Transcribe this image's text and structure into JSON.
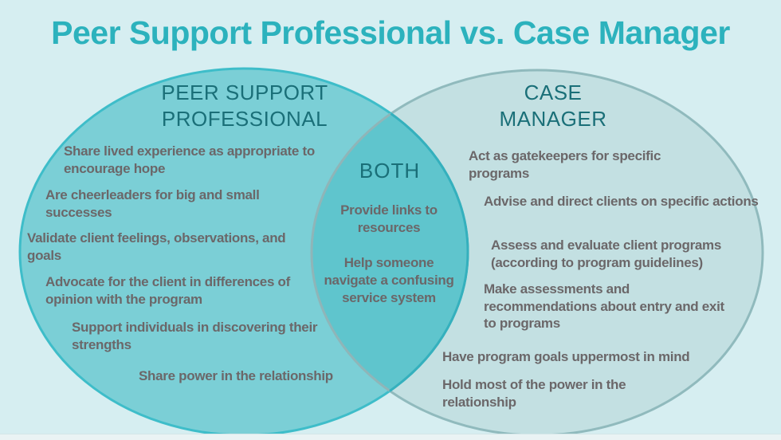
{
  "title": "Peer Support Professional vs. Case Manager",
  "venn": {
    "left": {
      "heading": "PEER SUPPORT\nPROFESSIONAL",
      "items": [
        "Share lived experience as appropriate to encourage hope",
        "Are cheerleaders for big and small successes",
        "Validate client feelings, observations, and goals",
        "Advocate for the client in differences of opinion with the program",
        "Support individuals in discovering their strengths",
        "Share power in the relationship"
      ]
    },
    "both": {
      "heading": "BOTH",
      "items": [
        "Provide links to resources",
        "Help someone navigate a confusing service system"
      ]
    },
    "right": {
      "heading": "CASE\nMANAGER",
      "items": [
        "Act as gatekeepers for specific programs",
        "Advise and direct clients on specific actions",
        "Assess and evaluate client programs (according to program guidelines)",
        "Make assessments and recommendations about entry and exit to programs",
        "Have program goals uppermost in mind",
        "Hold most of the power in the relationship"
      ]
    }
  },
  "colors": {
    "background": "#d6eef1",
    "title_text": "#2cb2bd",
    "heading_text": "#1a6f78",
    "body_text": "#6b6769",
    "left_circle_fill": "#7bcfd6",
    "left_circle_border": "#3ebdc9",
    "right_circle_fill": "#c3e0e2",
    "right_circle_border": "#90babd",
    "overlap_fill": "#5fc5cd"
  }
}
